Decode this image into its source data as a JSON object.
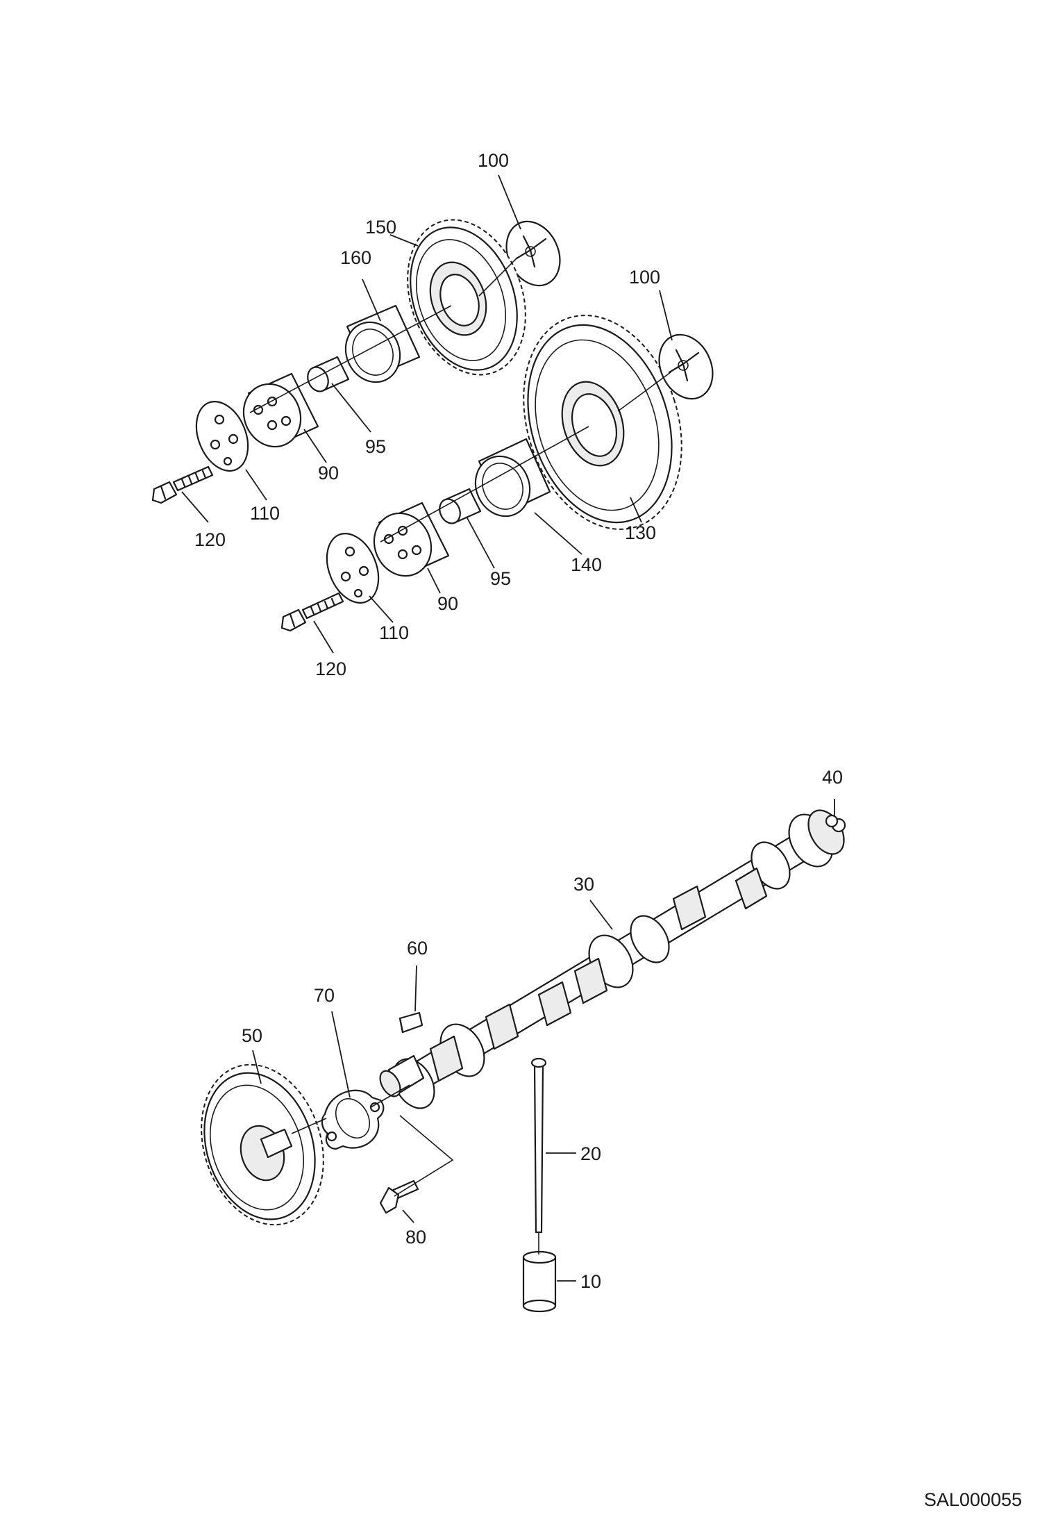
{
  "document_code": "SAL000055",
  "callouts": {
    "c100a": "100",
    "c150": "150",
    "c160": "160",
    "c100b": "100",
    "c95a": "95",
    "c90a": "90",
    "c110a": "110",
    "c120a": "120",
    "c130": "130",
    "c140": "140",
    "c95b": "95",
    "c90b": "90",
    "c110b": "110",
    "c120b": "120",
    "c40": "40",
    "c30": "30",
    "c60": "60",
    "c70": "70",
    "c50": "50",
    "c20": "20",
    "c80": "80",
    "c10": "10"
  }
}
